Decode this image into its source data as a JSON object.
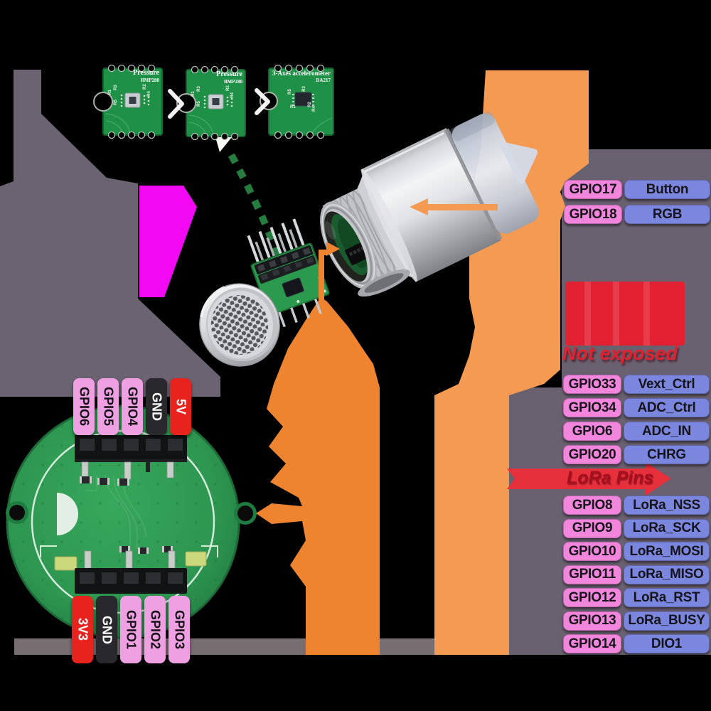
{
  "headings": {
    "not_exposed": "Not exposed",
    "lora_pins": "LoRa Pins"
  },
  "tables": {
    "io": {
      "rows": [
        {
          "gpio": "GPIO17",
          "func": "Button"
        },
        {
          "gpio": "GPIO18",
          "func": "RGB"
        }
      ]
    },
    "system": {
      "rows": [
        {
          "gpio": "GPIO33",
          "func": "Vext_Ctrl"
        },
        {
          "gpio": "GPIO34",
          "func": "ADC_Ctrl"
        },
        {
          "gpio": "GPIO6",
          "func": "ADC_IN"
        },
        {
          "gpio": "GPIO20",
          "func": "CHRG"
        }
      ]
    },
    "lora": {
      "rows": [
        {
          "gpio": "GPIO8",
          "func": "LoRa_NSS"
        },
        {
          "gpio": "GPIO9",
          "func": "LoRa_SCK"
        },
        {
          "gpio": "GPIO10",
          "func": "LoRa_MOSI"
        },
        {
          "gpio": "GPIO11",
          "func": "LoRa_MISO"
        },
        {
          "gpio": "GPIO12",
          "func": "LoRa_RST"
        },
        {
          "gpio": "GPIO13",
          "func": "LoRa_BUSY"
        },
        {
          "gpio": "GPIO14",
          "func": "DIO1"
        }
      ]
    }
  },
  "modules": {
    "boards": [
      {
        "title": "Pressure",
        "subtitle": "BMP280",
        "labels": [
          "R3",
          "R1",
          "R5",
          "R2",
          "R4"
        ]
      },
      {
        "title": "Pressure",
        "subtitle": "BMP280",
        "labels": [
          "R3",
          "R1",
          "R5",
          "R2",
          "R4"
        ]
      },
      {
        "title": "3-Axes accelerometer",
        "subtitle": "DA217",
        "labels": [
          "R5",
          "R3",
          "R1",
          "R2",
          "R4"
        ]
      }
    ]
  },
  "base_board": {
    "top_pins": [
      {
        "label": "GPIO6",
        "type": "gpio"
      },
      {
        "label": "GPIO5",
        "type": "gpio"
      },
      {
        "label": "GPIO4",
        "type": "gpio"
      },
      {
        "label": "GND",
        "type": "gnd"
      },
      {
        "label": "5V",
        "type": "pwr"
      }
    ],
    "bottom_pins": [
      {
        "label": "3V3",
        "type": "pwr"
      },
      {
        "label": "GND",
        "type": "gnd"
      },
      {
        "label": "GPIO1",
        "type": "gpio"
      },
      {
        "label": "GPIO2",
        "type": "gpio"
      },
      {
        "label": "GPIO3",
        "type": "gpio"
      }
    ]
  },
  "colors": {
    "gpio_pink": "#f285dc",
    "func_blue": "#7b87de",
    "power_red": "#e8231d",
    "gnd_black": "#29282c",
    "arrow_orange": "#ee8330",
    "arrow_orange_light": "#f49a52",
    "highlight_magenta": "#f308f3",
    "heading_red": "#e3202e",
    "pcb_green": "#2f9b50",
    "panel_gray": "#696070"
  }
}
